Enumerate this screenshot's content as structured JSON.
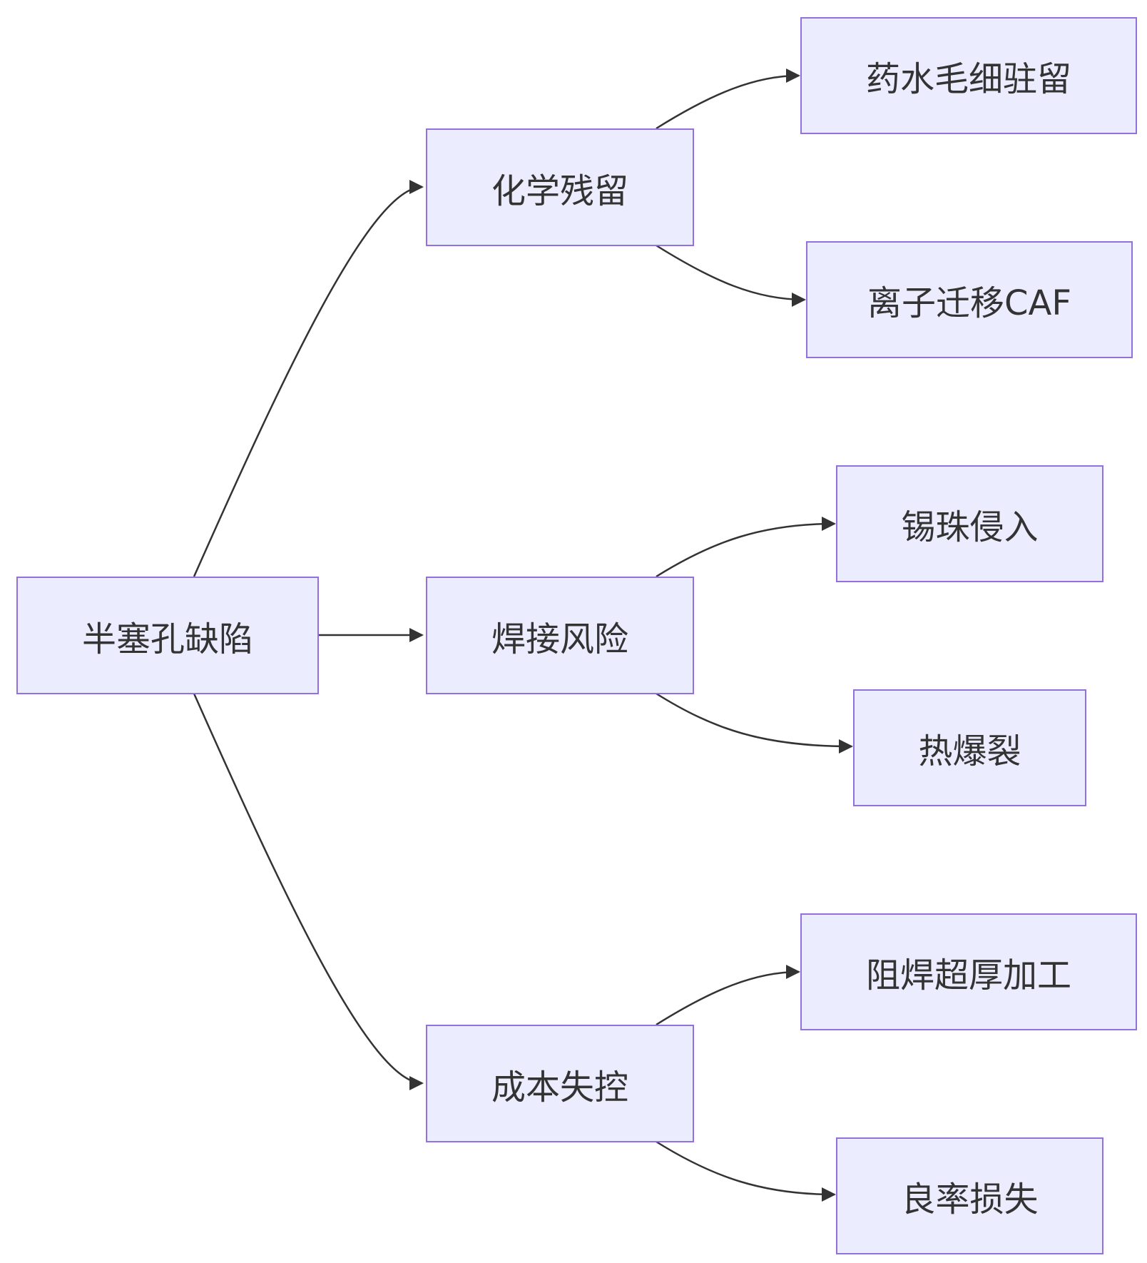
{
  "diagram": {
    "root": {
      "label": "半塞孔缺陷"
    },
    "branches": [
      {
        "label": "化学残留",
        "children": [
          {
            "label": "药水毛细驻留"
          },
          {
            "label": "离子迁移CAF"
          }
        ]
      },
      {
        "label": "焊接风险",
        "children": [
          {
            "label": "锡珠侵入"
          },
          {
            "label": "热爆裂"
          }
        ]
      },
      {
        "label": "成本失控",
        "children": [
          {
            "label": "阻焊超厚加工"
          },
          {
            "label": "良率损失"
          }
        ]
      }
    ]
  },
  "colors": {
    "node_fill": "#ececff",
    "node_border": "#9370db",
    "edge": "#333333",
    "text": "#333333"
  }
}
